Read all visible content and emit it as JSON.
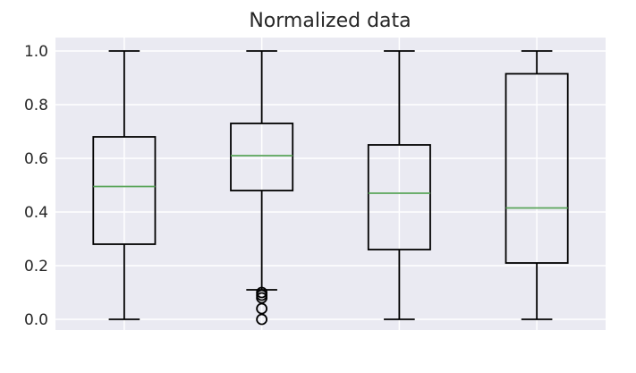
{
  "chart_data": {
    "type": "boxplot",
    "title": "Normalized data",
    "xlabel": "",
    "ylabel": "",
    "ylim": [
      -0.04,
      1.05
    ],
    "yticks": [
      "0.0",
      "0.2",
      "0.4",
      "0.6",
      "0.8",
      "1.0"
    ],
    "grid": true,
    "style": "seaborn-darkgrid",
    "colors": {
      "plot_background": "#eaeaf2",
      "grid": "#ffffff",
      "box": "#000000",
      "median": "#5aa55a"
    },
    "boxes": [
      {
        "whisker_low": 0.0,
        "q1": 0.28,
        "median": 0.495,
        "q3": 0.68,
        "whisker_high": 1.0,
        "outliers": []
      },
      {
        "whisker_low": 0.11,
        "q1": 0.48,
        "median": 0.61,
        "q3": 0.73,
        "whisker_high": 1.0,
        "outliers": [
          0.1,
          0.09,
          0.08,
          0.04,
          0.0
        ]
      },
      {
        "whisker_low": 0.0,
        "q1": 0.26,
        "median": 0.47,
        "q3": 0.65,
        "whisker_high": 1.0,
        "outliers": []
      },
      {
        "whisker_low": 0.0,
        "q1": 0.21,
        "median": 0.415,
        "q3": 0.915,
        "whisker_high": 1.0,
        "outliers": []
      }
    ]
  }
}
